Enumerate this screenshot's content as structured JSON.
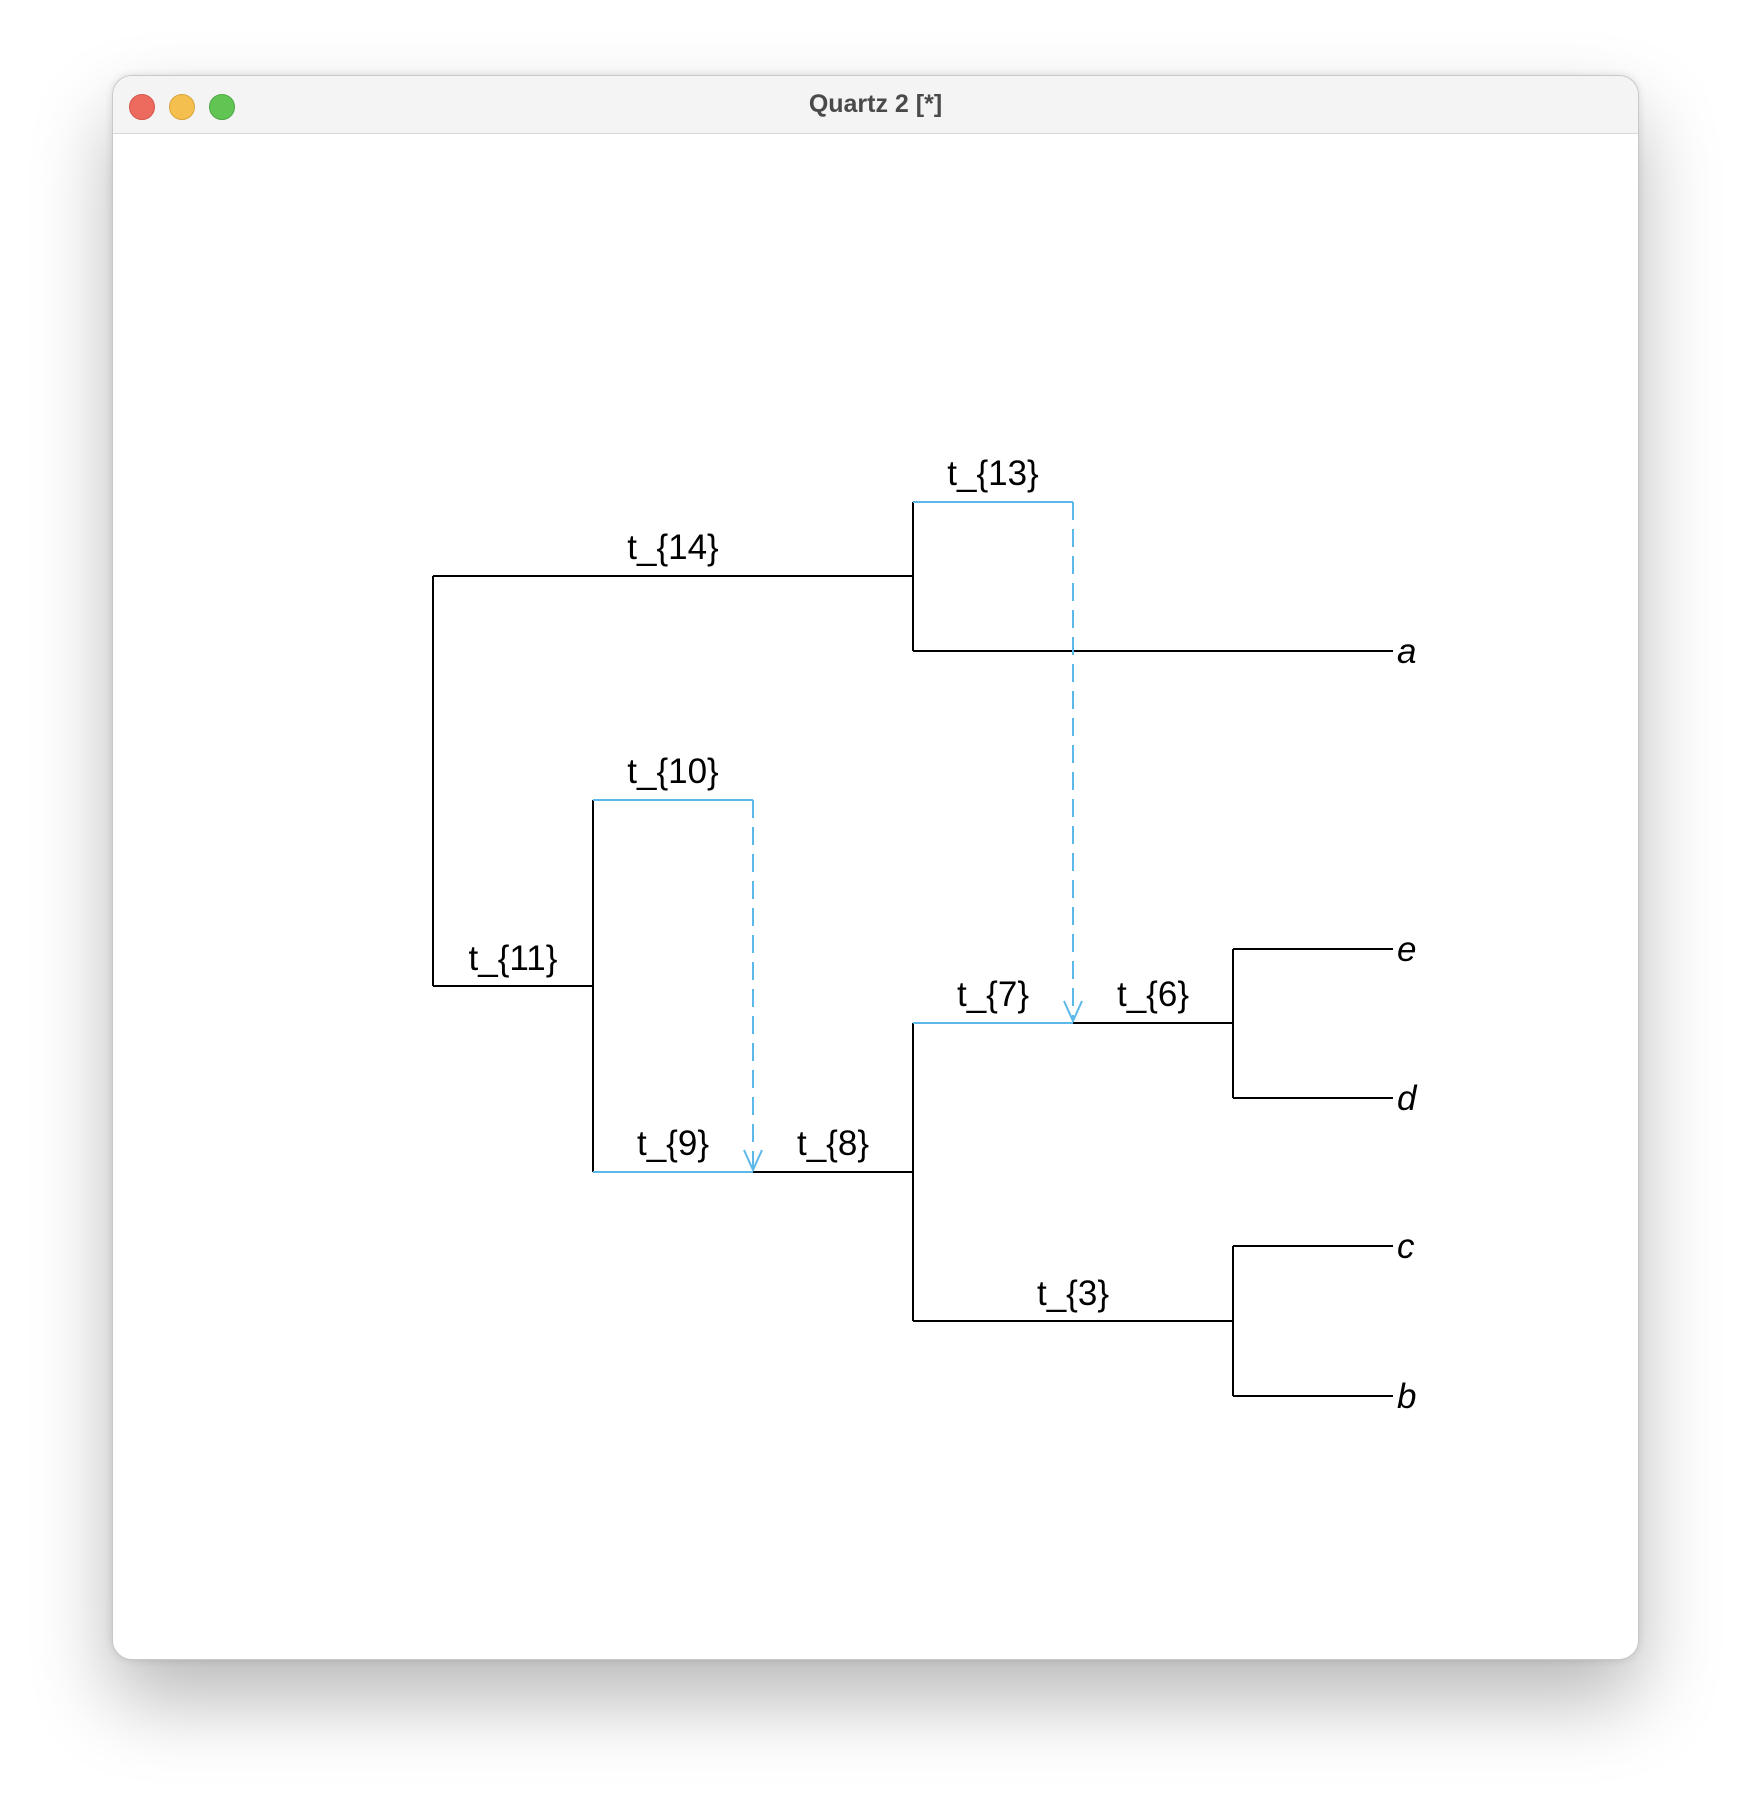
{
  "window": {
    "title": "Quartz 2 [*]"
  },
  "diagram": {
    "edge_labels": {
      "t14": "t_{14}",
      "t13": "t_{13}",
      "t11": "t_{11}",
      "t10": "t_{10}",
      "t9": "t_{9}",
      "t8": "t_{8}",
      "t7": "t_{7}",
      "t6": "t_{6}",
      "t3": "t_{3}"
    },
    "tip_labels": {
      "a": "a",
      "e": "e",
      "d": "d",
      "c": "c",
      "b": "b"
    },
    "colors": {
      "tree": "#000000",
      "reticulation": "#5bb8e8"
    }
  }
}
